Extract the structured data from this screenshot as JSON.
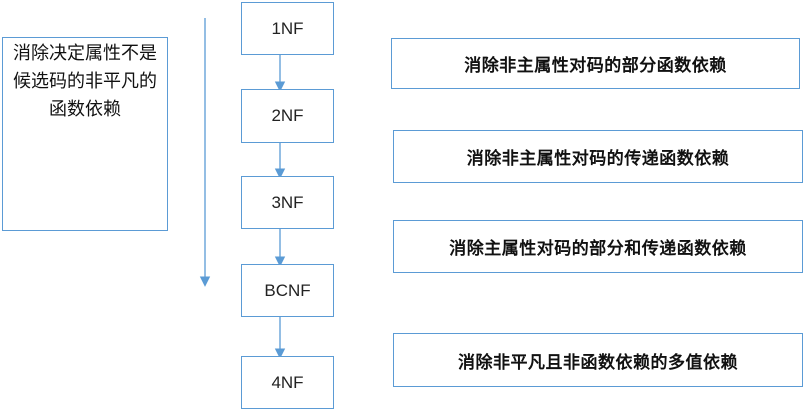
{
  "colors": {
    "border": "#5b9bd5",
    "arrow": "#5b9bd5"
  },
  "left_note": "消除决定属性不是候选码的非平凡的函数依赖",
  "normal_forms": [
    "1NF",
    "2NF",
    "3NF",
    "BCNF",
    "4NF"
  ],
  "steps": [
    "消除非主属性对码的部分函数依赖",
    "消除非主属性对码的传递函数依赖",
    "消除主属性对码的部分和传递函数依赖",
    "消除非平凡且非函数依赖的多值依赖"
  ]
}
